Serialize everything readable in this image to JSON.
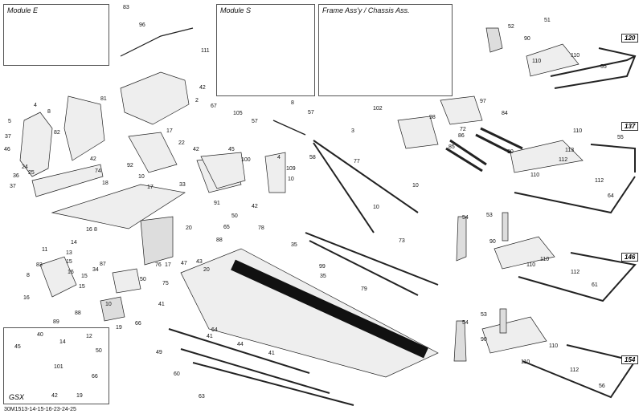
{
  "frames": {
    "module_e": "Module E",
    "module_s": "Module S",
    "frame_chassis": "Frame Ass'y / Chassis Ass.",
    "gsx": "GSX"
  },
  "versions": [
    "120",
    "137",
    "146",
    "154"
  ],
  "footer_code": "30M1513-14-15-16-23-24-25",
  "callouts": {
    "c83": "83",
    "c96": "96",
    "c111": "111",
    "c105": "105",
    "c102": "102",
    "c8a": "8",
    "c4": "4",
    "c5": "5",
    "c37a": "37",
    "c46": "46",
    "c24": "24",
    "c25": "25",
    "c36": "36",
    "c37b": "37",
    "c81": "81",
    "c82": "82",
    "c42a": "42",
    "c74": "74",
    "c18a": "18",
    "c42b": "42",
    "c2": "2",
    "c67": "67",
    "c17a": "17",
    "c22": "22",
    "c92": "92",
    "c10a": "10",
    "c17b": "17",
    "c33": "33",
    "c42c": "42",
    "c45": "45",
    "c100": "100",
    "c91": "91",
    "c50a": "50",
    "c65": "65",
    "c8b": "8",
    "c57a": "57",
    "c57b": "57",
    "c3": "3",
    "c58": "58",
    "c4b": "4",
    "c109": "109",
    "c10b": "10",
    "c42d": "42",
    "c77": "77",
    "c10c": "10",
    "c10d": "10",
    "c98": "98",
    "c97": "97",
    "c84": "84",
    "c72": "72",
    "c85": "85",
    "c86": "86",
    "c52": "52",
    "c51": "51",
    "c90a": "90",
    "c110a": "110",
    "c110b": "110",
    "c55a": "55",
    "c110c": "110",
    "c55b": "55",
    "c113": "113",
    "c112a": "112",
    "c112b": "112",
    "c90b": "90",
    "c110d": "110",
    "c64": "64",
    "c53a": "53",
    "c54a": "54",
    "c90c": "90",
    "c110e": "110",
    "c110f": "110",
    "c112c": "112",
    "c61": "61",
    "c53b": "53",
    "c54b": "54",
    "c90d": "90",
    "c110g": "110",
    "c110h": "110",
    "c112d": "112",
    "c56": "56",
    "c11a": "11",
    "c83b": "83",
    "c8c": "8",
    "c13": "13",
    "c15a": "15",
    "c16a": "16",
    "c15b": "15",
    "c15c": "15",
    "c16b": "16",
    "c89": "89",
    "c88": "88",
    "c14": "14",
    "c16c": "16",
    "c8d": "8",
    "c34": "34",
    "c87": "87",
    "c10e": "10",
    "c50b": "50",
    "c66a": "66",
    "c19a": "19",
    "c76": "76",
    "c17c": "17",
    "c75": "75",
    "c20a": "20",
    "c47": "47",
    "c20b": "20",
    "c88b": "88",
    "c78": "78",
    "c43": "43",
    "c40": "40",
    "c45b": "45",
    "c101": "101",
    "c12": "12",
    "c50c": "50",
    "c66b": "66",
    "c19b": "19",
    "c42e": "42",
    "c14b": "14",
    "c35a": "35",
    "c35b": "35",
    "c99": "99",
    "c73": "73",
    "c79": "79",
    "c41a": "41",
    "c41b": "41",
    "c64b": "64",
    "c44": "44",
    "c41c": "41",
    "c49": "49",
    "c60": "60",
    "c63": "63"
  },
  "colors": {
    "line": "#222222",
    "fill": "#e8e8e8",
    "dark": "#111111"
  }
}
